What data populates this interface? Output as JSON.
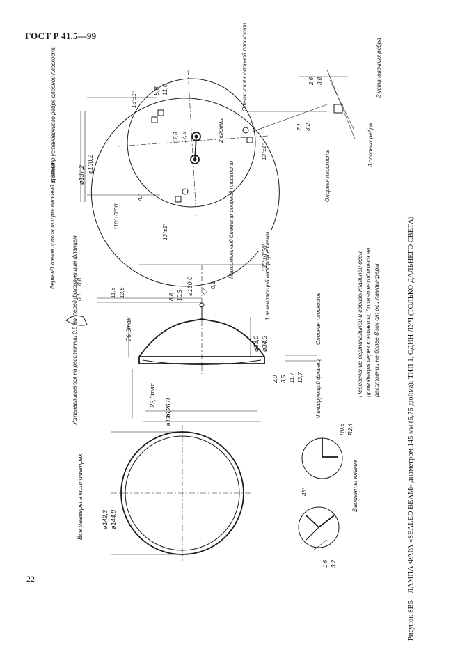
{
  "header": {
    "standard": "ГОСТ Р 41.5—99"
  },
  "page_number": "22",
  "caption": "Рисунок SB5 – ЛАМПА-ФАРА «SEALED BEAM» диаметром 145 мм (5,75 дюйма), ТИП 1, ОДИН ЛУЧ (ТОЛЬКО ДАЛЬНЕГО СВЕТА)",
  "note": {
    "line1": "Пересечение вертикальной и горизонтальной осей,",
    "line2": "проходящих через контакты, должно находиться на",
    "line3": "расстоянии не более 8 мм от оси лампы-фары"
  },
  "top_view": {
    "dim_d1": "ø137,2",
    "dim_d2": "ø138,2",
    "label_ref_diameter": "Диаметр установочного ребра опорной плоскости",
    "dim_58": "5,8",
    "dim_110": "11,0",
    "angle_13a": "13°±1°",
    "angle_13b": "13°±1°",
    "angle_13c": "13°±1°",
    "dim_178": "17,8",
    "dim_175": "17,5",
    "label_2_contacts": "2 клеммы",
    "label_plane": "Относится к опорной плоскости",
    "angle_70": "70°",
    "angle_110": "110°±0°30'",
    "angle_130": "130°±0°30'",
    "label_3_ribs": "3 опорных ребра",
    "label_3_mount_ribs": "3 установочных ребра",
    "dim_26": "2,6",
    "dim_38": "3,8",
    "dim_71": "7,1",
    "dim_82": "8,2",
    "label_support_plane": "Опорная плоскость"
  },
  "side_view": {
    "label_top_terminal": "Верхний клемм прохож или ро- вальный контакт",
    "dim_08": "0,8",
    "dim_01": "0,1",
    "dim_118": "11,8",
    "dim_136": "13,6",
    "dim_max_diam": "Максимальный диаметр опорной плоскости",
    "dim_1300": "ø130,0",
    "dim_88": "8,8",
    "dim_103": "10,3",
    "dim_77": "7,7",
    "dim_01b": "0,1",
    "dim_76max": "76,0max",
    "label_1_terminal": "1 заземляющий на корпусе клемм",
    "dim_330": "ø33,0",
    "dim_343": "ø34,3",
    "label_support": "Опорная плоскость",
    "dim_20": "2,0",
    "dim_35": "3,5",
    "dim_117": "11,7",
    "dim_137": "13,7",
    "label_fix_flange": "Фиксирующий фланец",
    "dim_230max": "23,0max",
    "dim_1360": "ø136,0",
    "dim_1352": "ø135,2",
    "label_mounted": "Устанавливается на расстоянии 0,8 мм перед фиксирующим фланцем"
  },
  "front_view": {
    "label_all_dims": "Все размеры в миллиметрах",
    "dim_1423": "ø142,3",
    "dim_1448": "ø144,8"
  },
  "details": {
    "dim_r08": "R0,8",
    "dim_r24": "R2,4",
    "label_variants": "Варианты клемм",
    "angle_45": "45°",
    "dim_16": "1,6",
    "dim_32": "3,2"
  }
}
